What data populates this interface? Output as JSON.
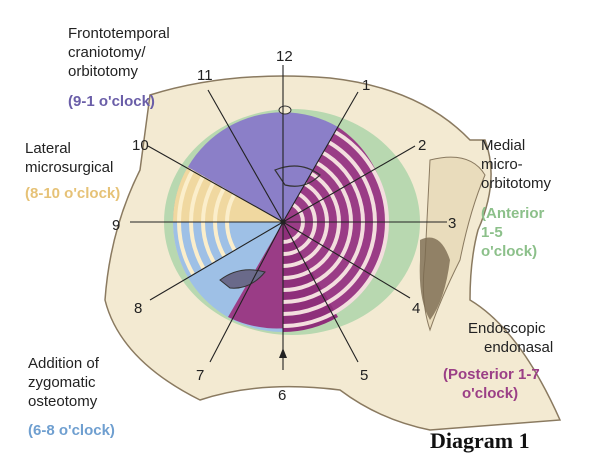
{
  "labels": {
    "frontotemporal": [
      "Frontotemporal",
      "craniotomy/",
      "orbitotomy"
    ],
    "frontotemporal_range": "(9-1 o'clock)",
    "lateral": [
      "Lateral",
      "microsurgical"
    ],
    "lateral_range": "(8-10 o'clock)",
    "medial": [
      "Medial",
      "micro-",
      "orbitotomy"
    ],
    "medial_range": [
      "(Anterior",
      "1-5",
      "o'clock)"
    ],
    "endoscopic": [
      "Endoscopic",
      "endonasal"
    ],
    "endoscopic_range": [
      "(Posterior 1-7",
      "o'clock)"
    ],
    "zygomatic": [
      "Addition of",
      "zygomatic",
      "osteotomy"
    ],
    "zygomatic_range": "(6-8 o'clock)"
  },
  "clock_numbers": [
    "12",
    "1",
    "2",
    "3",
    "4",
    "5",
    "6",
    "7",
    "8",
    "9",
    "10",
    "11"
  ],
  "caption": "Diagram 1",
  "colors": {
    "purple": "#8b7fc8",
    "yellow": "#f0d8a0",
    "green": "#b8d8b0",
    "magenta": "#9a3c86",
    "blue": "#9ec0e6",
    "bone": "#f3ead2"
  }
}
